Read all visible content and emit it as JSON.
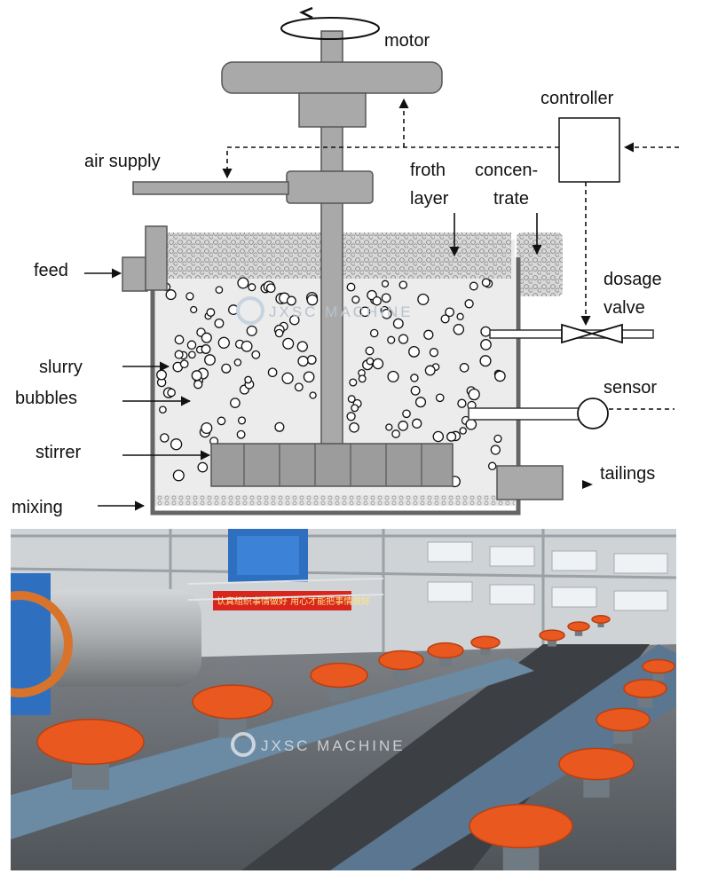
{
  "diagram": {
    "labels": {
      "motor": "motor",
      "controller": "controller",
      "air_supply": "air supply",
      "froth_line1": "froth",
      "froth_line2": "layer",
      "concentrate_line1": "concen-",
      "concentrate_line2": "trate",
      "feed": "feed",
      "dosage_line1": "dosage",
      "dosage_line2": "valve",
      "slurry": "slurry",
      "bubbles": "bubbles",
      "sensor": "sensor",
      "stirrer": "stirrer",
      "tailings": "tailings",
      "mixing": "mixing"
    },
    "watermark": "JXSC MACHINE"
  },
  "photo": {
    "watermark": "JXSC MACHINE",
    "banner_text": "认真组织事情做好 用心才能把事情做好",
    "colors": {
      "cell_orange": "#e8581f",
      "mill_blue": "#2f6fc0",
      "banner_red": "#d8261e"
    }
  }
}
